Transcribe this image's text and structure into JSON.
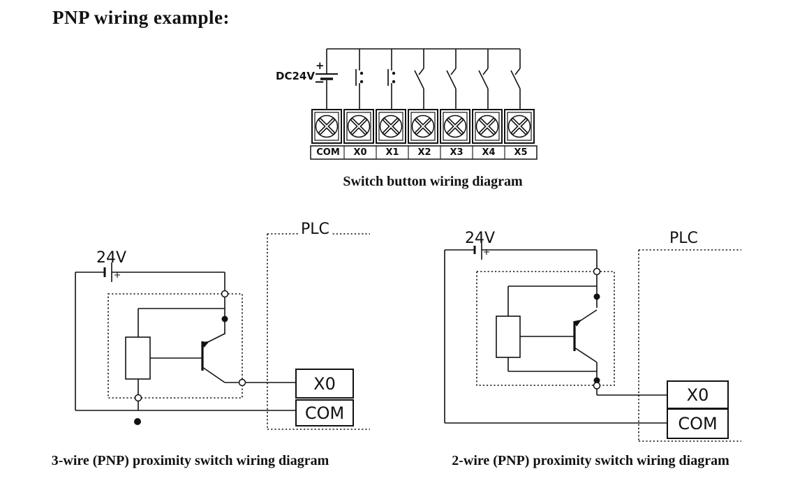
{
  "title": "PNP wiring example:",
  "top_diagram": {
    "caption": "Switch button wiring diagram",
    "power_label": "DC24V",
    "battery_plus": "+",
    "battery_minus": "−",
    "terminals": [
      "COM",
      "X0",
      "X1",
      "X2",
      "X3",
      "X4",
      "X5"
    ]
  },
  "left_diagram": {
    "caption": "3-wire (PNP) proximity switch wiring diagram",
    "power_label": "24V",
    "plc_label": "PLC",
    "input_label": "X0",
    "common_label": "COM"
  },
  "right_diagram": {
    "caption": "2-wire (PNP) proximity switch wiring diagram",
    "power_label": "24V",
    "plc_label": "PLC",
    "input_label": "X0",
    "common_label": "COM"
  },
  "colors": {
    "ink": "#111111",
    "background": "#ffffff"
  }
}
